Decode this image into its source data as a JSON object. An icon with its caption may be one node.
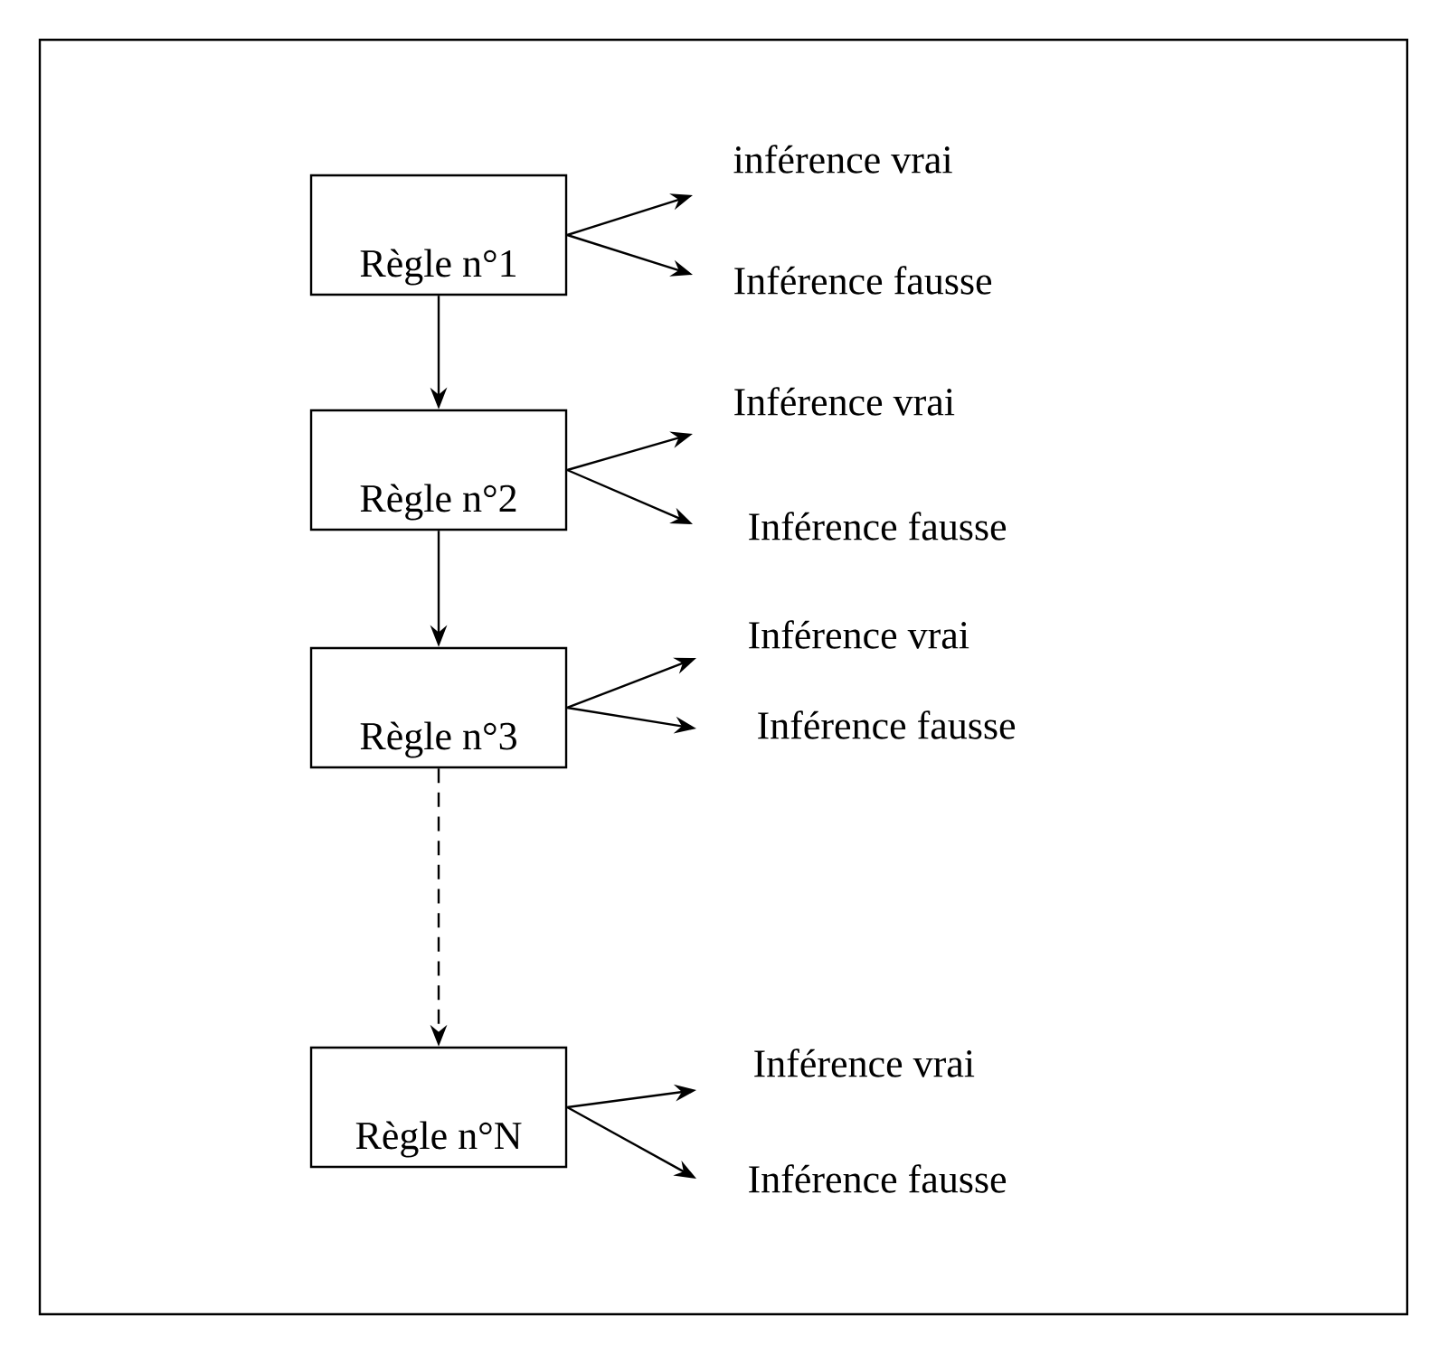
{
  "diagram": {
    "nodes": [
      {
        "text": [
          "Règle n°1"
        ]
      },
      {
        "text": [
          "Règle n°2"
        ]
      },
      {
        "text": [
          "Règle n°3"
        ]
      },
      {
        "text": [
          "Règle n°N"
        ]
      },
      {
        "text": [
          "inférence vrai"
        ]
      },
      {
        "text": [
          "Inférence fausse"
        ]
      },
      {
        "text": [
          "Inférence vrai"
        ]
      },
      {
        "text": [
          "Inférence fausse"
        ]
      },
      {
        "text": [
          "Inférence vrai"
        ]
      },
      {
        "text": [
          "Inférence fausse"
        ]
      },
      {
        "text": [
          "Inférence vrai"
        ]
      },
      {
        "text": [
          "Inférence fausse"
        ]
      }
    ],
    "edges": [
      {
        "from": 0,
        "to": 1,
        "arrow": "to"
      },
      {
        "from": 1,
        "to": 2,
        "arrow": "to"
      },
      {
        "from": 2,
        "to": 3,
        "arrow": "to",
        "style": "dashed"
      },
      {
        "from": 0,
        "to": 4,
        "arrow": "to"
      },
      {
        "from": 0,
        "to": 5,
        "arrow": "to"
      },
      {
        "from": 1,
        "to": 6,
        "arrow": "to"
      },
      {
        "from": 1,
        "to": 7,
        "arrow": "to"
      },
      {
        "from": 2,
        "to": 8,
        "arrow": "to"
      },
      {
        "from": 2,
        "to": 9,
        "arrow": "to"
      },
      {
        "from": 3,
        "to": 10,
        "arrow": "to"
      },
      {
        "from": 3,
        "to": 11,
        "arrow": "to"
      }
    ]
  }
}
